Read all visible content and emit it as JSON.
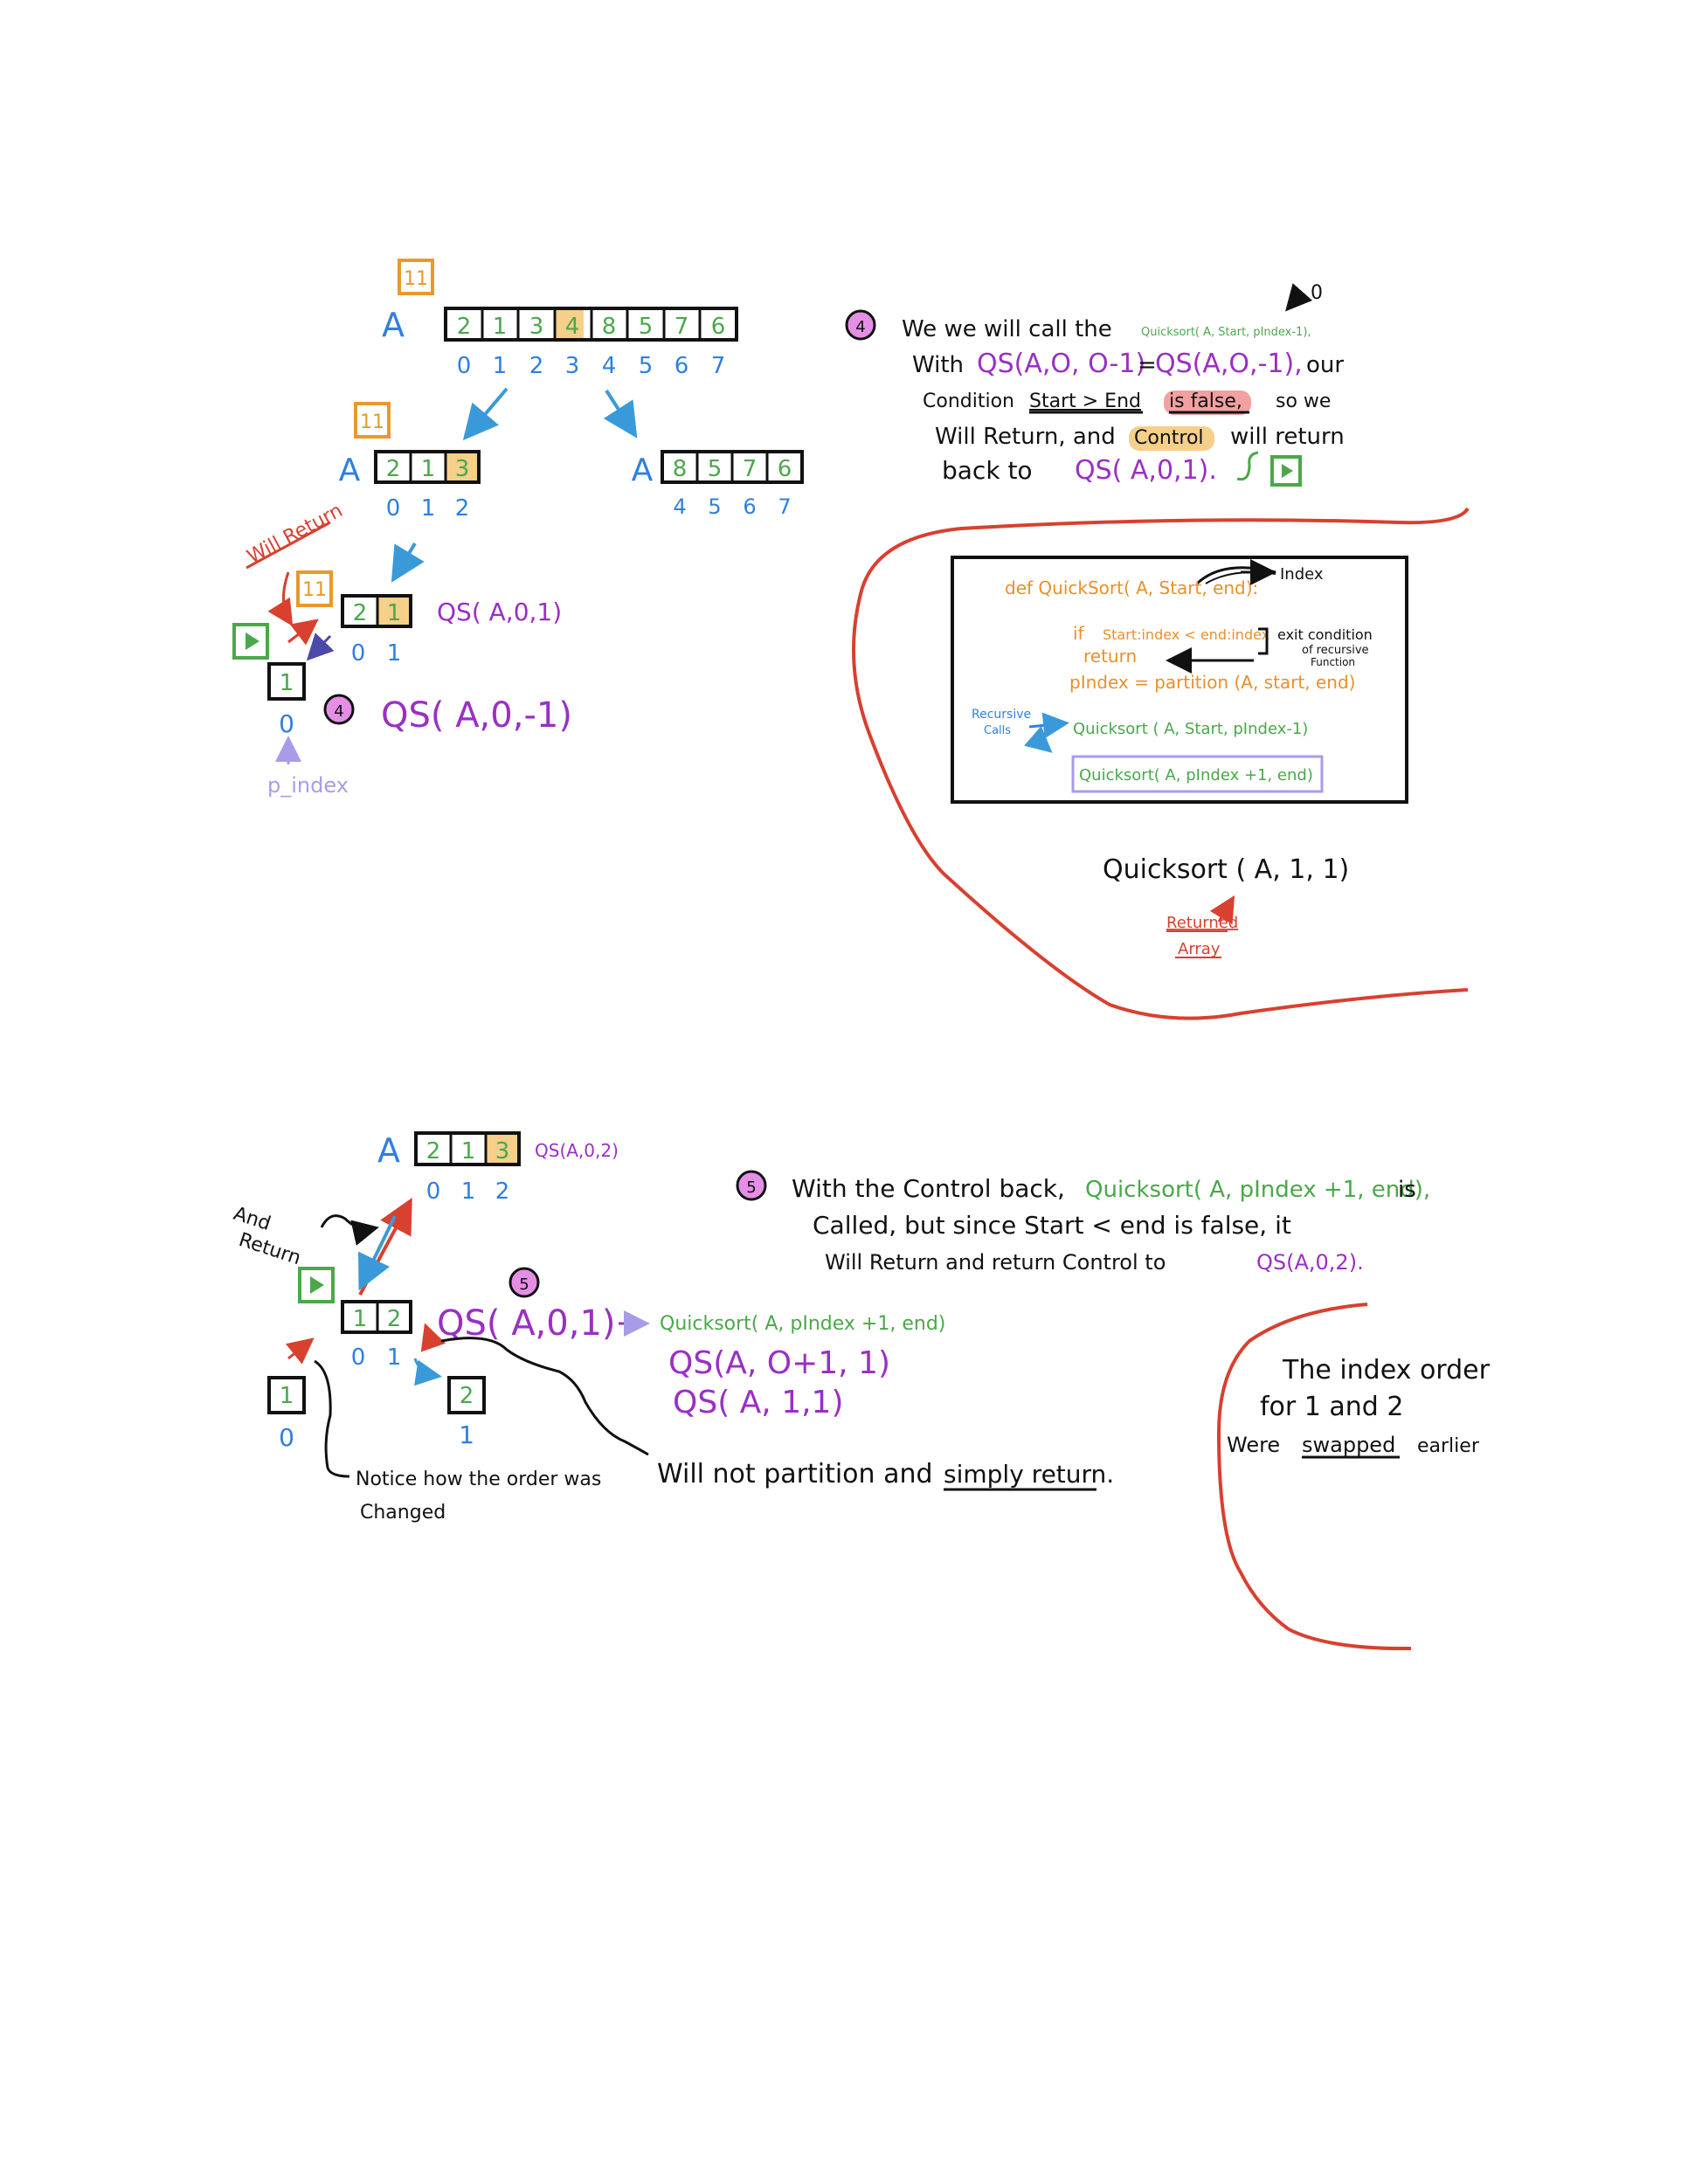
{
  "colors": {
    "black": "#111111",
    "blue": "#2f7fe0",
    "sky": "#3a9ad9",
    "green": "#4aa84a",
    "purple": "#9a2fc4",
    "orange": "#e79a2a",
    "highlight_orange": "#f6cf8a",
    "highlight_red": "#f2a0a0",
    "red": "#d8402f",
    "pink": "#e58ee6",
    "lavender": "#a89ce8",
    "code_orange": "#e8902a"
  },
  "top_left": {
    "pivot_box_top": "11",
    "array_label": "A",
    "array_values": [
      "2",
      "1",
      "3",
      "4",
      "8",
      "5",
      "7",
      "6"
    ],
    "array_indices": [
      "0",
      "1",
      "2",
      "3",
      "4",
      "5",
      "6",
      "7"
    ],
    "left_pivot_box": "11",
    "left_label": "A",
    "left_values": [
      "2",
      "1",
      "3"
    ],
    "left_indices": [
      "0",
      "1",
      "2"
    ],
    "right_label": "A",
    "right_values": [
      "8",
      "5",
      "7",
      "6"
    ],
    "right_indices": [
      "4",
      "5",
      "6",
      "7"
    ],
    "will_return": "Will Return",
    "sub_pivot_box": "11",
    "sub_values": [
      "2",
      "1"
    ],
    "sub_indices": [
      "0",
      "1"
    ],
    "sub_call": "QS( A,0,1)",
    "play_icon": "play-icon",
    "single_value": "1",
    "single_index": "0",
    "step_badge": "4",
    "step_call": "QS( A,0,-1)",
    "p_index": "p_index"
  },
  "step4_note": {
    "badge": "4",
    "superscript": "0",
    "line1_a": "We we will call the",
    "line1_b": "Quicksort( A, Start, pIndex-1),",
    "line2_a": "With",
    "line2_b": "QS(A,O, O-1)",
    "line2_c": "=",
    "line2_d": "QS(A,O,-1),",
    "line2_e": "our",
    "line3_a": "Condition",
    "line3_b": "Start > End",
    "line3_c": "is false,",
    "line3_d": "so we",
    "line4_a": "Will Return, and",
    "line4_b": "Control",
    "line4_c": "will return",
    "line5_a": "back to",
    "line5_b": "QS( A,0,1).",
    "play_icon": "play-icon"
  },
  "code_box": {
    "index_label": "Index",
    "def_line": "def QuickSort( A, Start, end):",
    "if_line_a": "if",
    "if_line_b": "Start:index < end:index",
    "return_line": "return",
    "exit_note_1": "exit condition",
    "exit_note_2": "of recursive",
    "exit_note_3": "Function",
    "pindex_line": "pIndex = partition (A, start, end)",
    "recursive_label_1": "Recursive",
    "recursive_label_2": "Calls",
    "call1": "Quicksort ( A, Start, pIndex-1)",
    "call2": "Quicksort( A, pIndex +1, end)"
  },
  "quicksort_call": "Quicksort ( A, 1, 1)",
  "returned_array_1": "Returned",
  "returned_array_2": "Array",
  "bottom_left": {
    "array_label": "A",
    "array_values": [
      "2",
      "1",
      "3"
    ],
    "array_indices": [
      "0",
      "1",
      "2"
    ],
    "array_call": "QS(A,0,2)",
    "and_return_1": "And",
    "and_return_2": "Return",
    "play_icon": "play-icon",
    "pair_values": [
      "1",
      "2"
    ],
    "pair_indices": [
      "0",
      "1"
    ],
    "step_badge": "5",
    "pair_call": "QS( A,0,1)",
    "arrow_call": "Quicksort( A, pIndex +1, end)",
    "expand_1": "QS(A, O+1, 1)",
    "expand_2": "QS( A, 1,1)",
    "single_left_value": "1",
    "single_left_index": "0",
    "single_right_value": "2",
    "single_right_index": "1",
    "notice_1": "Notice how the order was",
    "notice_2": "Changed",
    "will_not_a": "Will not partition and",
    "will_not_b": "simply return."
  },
  "step5_note": {
    "badge": "5",
    "line1_a": "With the Control back,",
    "line1_b": "Quicksort( A, pIndex +1, end),",
    "line1_c": "is",
    "line2": "Called, but since Start < end is false, it",
    "line3_a": "Will Return and return Control to",
    "line3_b": "QS(A,0,2)."
  },
  "index_order_note": {
    "line1": "The index order",
    "line2": "for 1 and 2",
    "line3_a": "Were",
    "line3_b": "swapped",
    "line3_c": "earlier"
  }
}
